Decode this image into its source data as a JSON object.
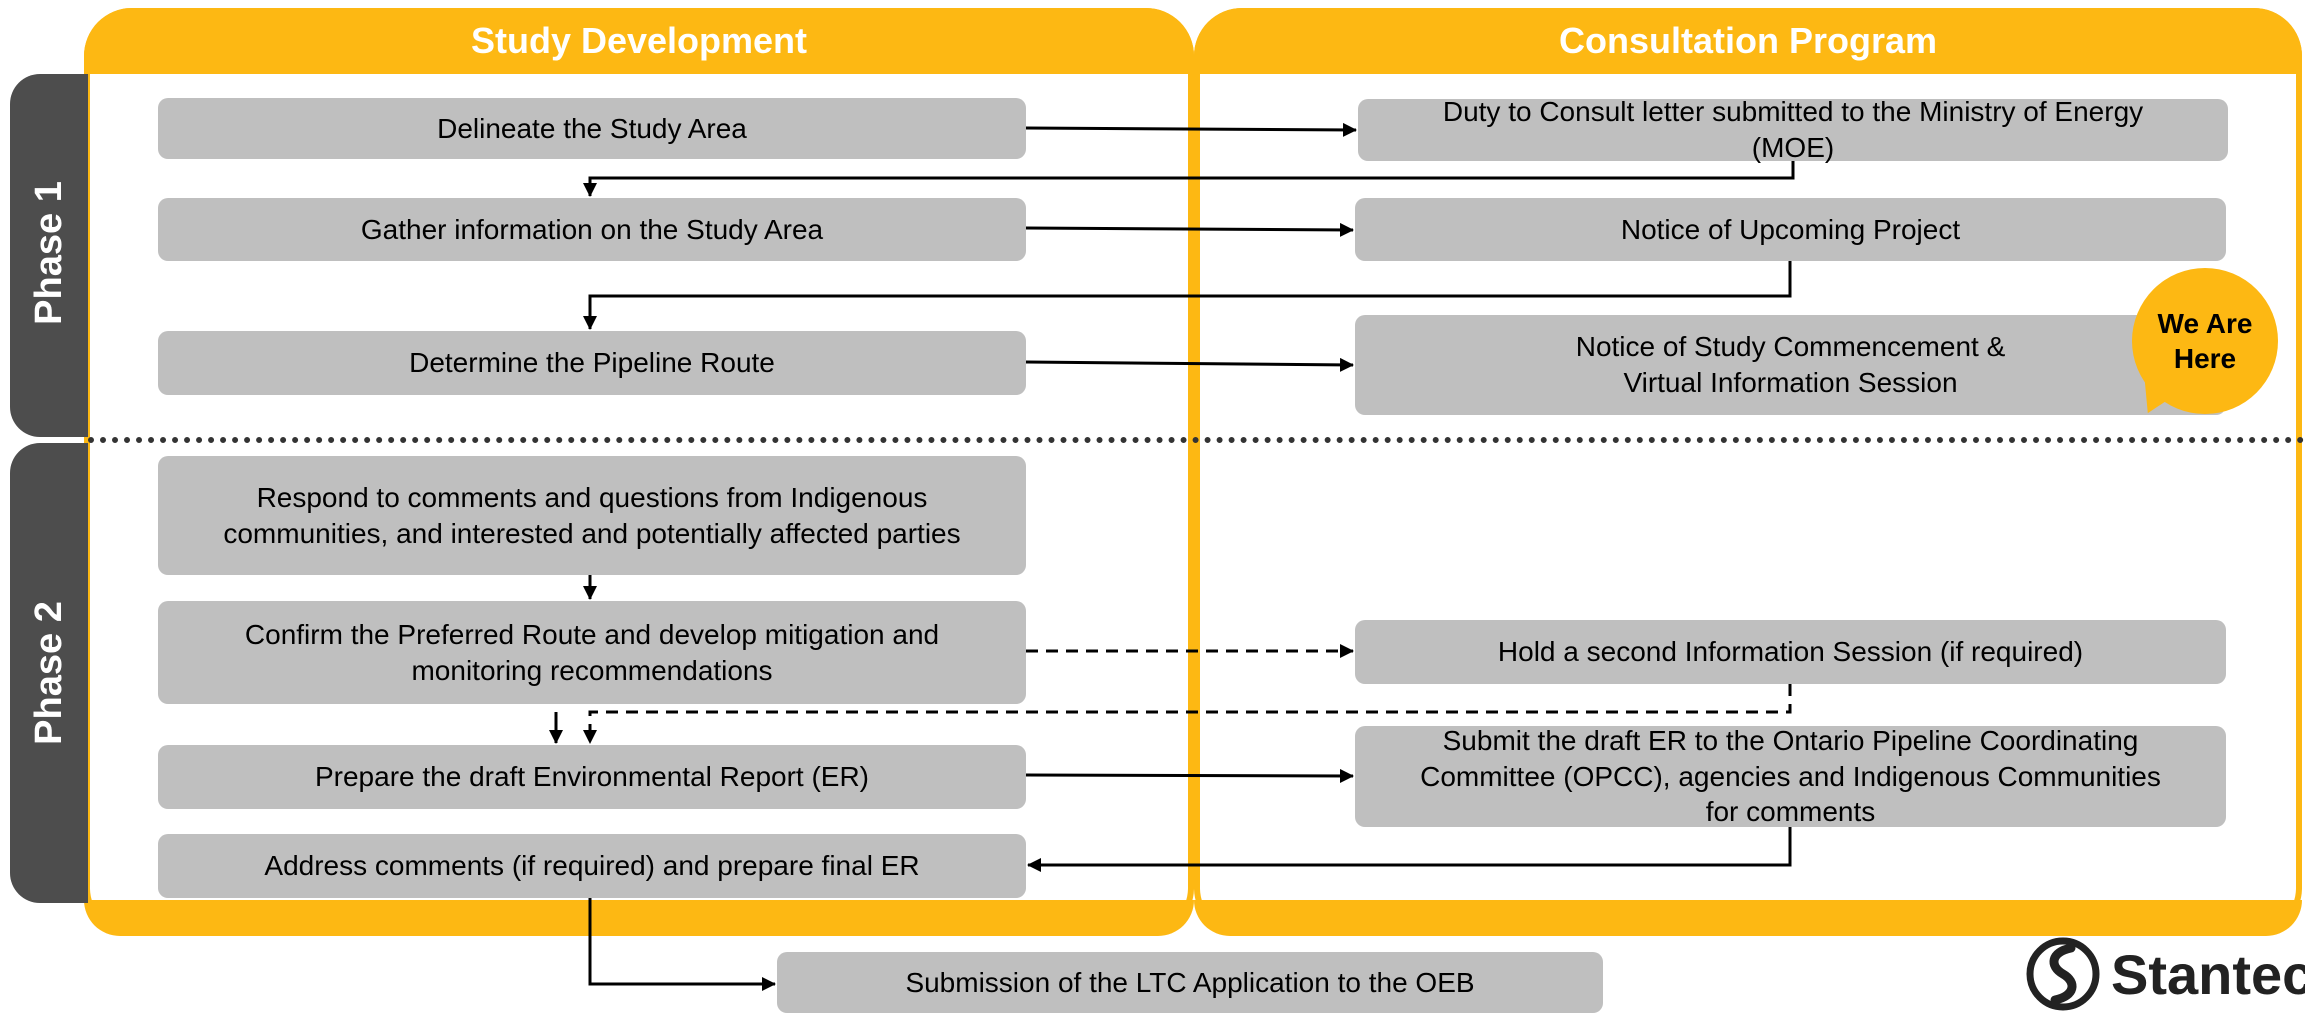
{
  "colors": {
    "accent": "#FDB813",
    "box_fill": "#bfbfbf",
    "phase_tab": "#4d4d4d"
  },
  "headers": {
    "study": "Study Development",
    "consultation": "Consultation Program"
  },
  "phases": {
    "phase1": "Phase 1",
    "phase2": "Phase 2"
  },
  "study_boxes": {
    "delineate": "Delineate the Study Area",
    "gather": "Gather information on the Study Area",
    "determine": "Determine the Pipeline Route",
    "respond": "Respond to comments and questions from Indigenous\ncommunities, and interested and potentially affected parties",
    "confirm": "Confirm the Preferred Route and develop mitigation and\nmonitoring recommendations",
    "prepare": "Prepare the draft Environmental Report (ER)",
    "address": "Address comments (if required) and prepare final ER"
  },
  "consult_boxes": {
    "duty": "Duty to Consult letter submitted to the Ministry of Energy\n(MOE)",
    "notice_upcoming": "Notice of Upcoming Project",
    "notice_study": "Notice of Study Commencement &\nVirtual Information Session",
    "second_session": "Hold a second Information Session (if required)",
    "submit_draft": "Submit the draft ER to the Ontario Pipeline Coordinating\nCommittee (OPCC), agencies and Indigenous Communities\nfor comments"
  },
  "final_box": "Submission of the LTC Application to the OEB",
  "bubble": "We Are\nHere",
  "logo": {
    "text": "Stantec",
    "icon": "stantec-logo-icon"
  }
}
